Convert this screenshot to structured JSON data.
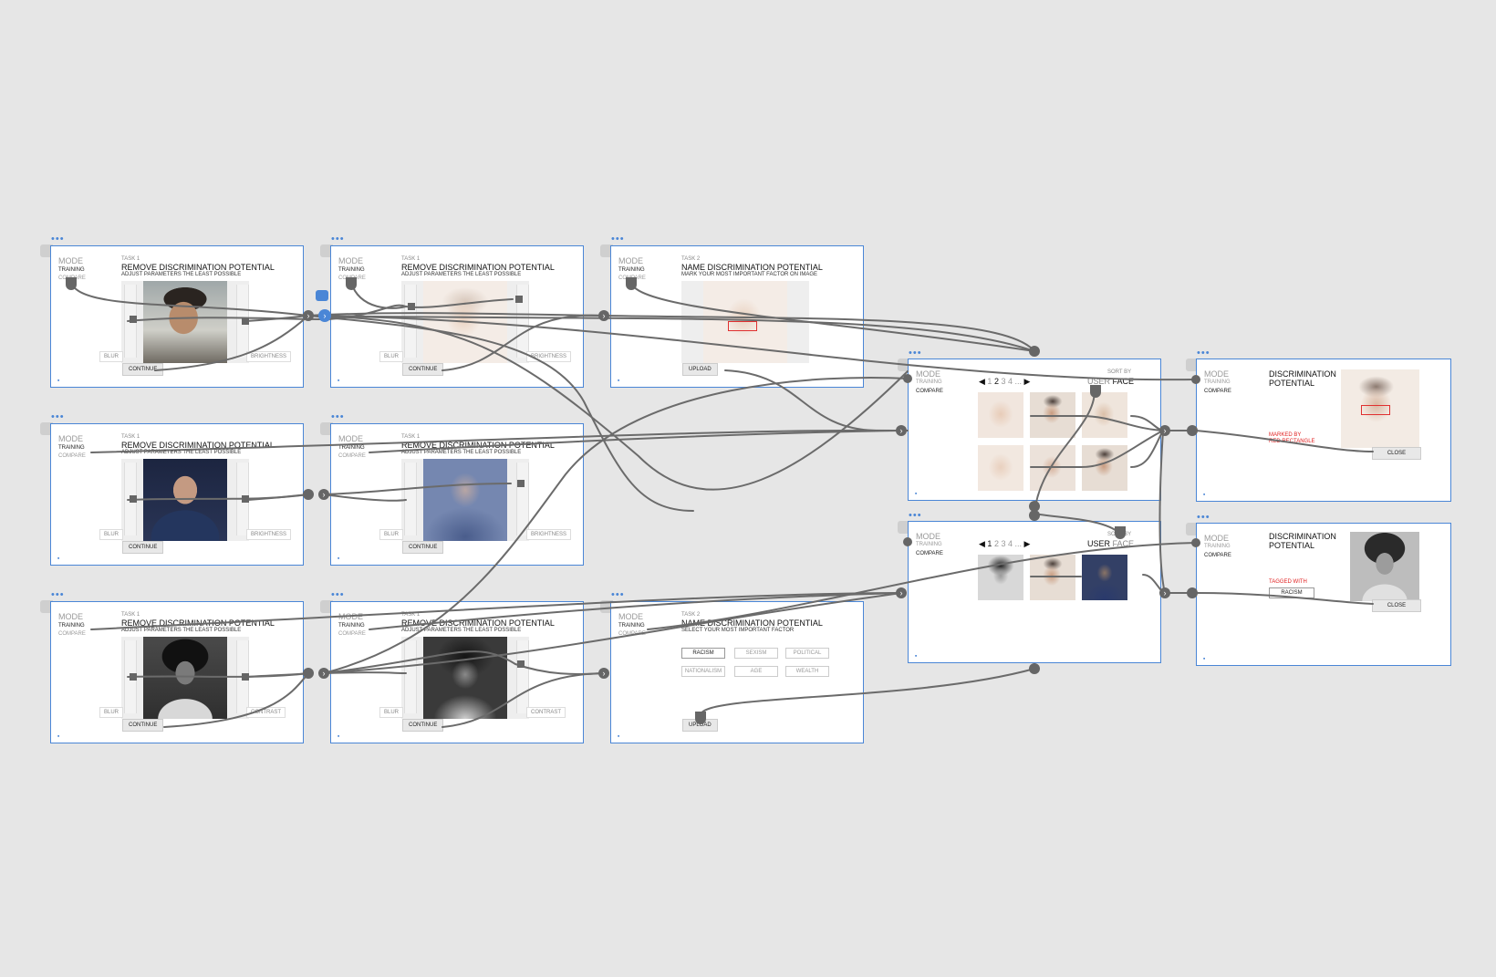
{
  "mode": {
    "label": "MODE",
    "training": "TRAINING",
    "compare": "COMPARE"
  },
  "frames": {
    "f1": {
      "task": "TASK 1",
      "title": "REMOVE DISCRIMINATION POTENTIAL",
      "subtitle": "ADJUST PARAMETERS THE LEAST POSSIBLE",
      "left_label": "BLUR",
      "right_label": "BRIGHTNESS",
      "button": "CONTINUE"
    },
    "f2": {
      "task": "TASK 1",
      "title": "REMOVE DISCRIMINATION POTENTIAL",
      "subtitle": "ADJUST PARAMETERS THE LEAST POSSIBLE",
      "left_label": "BLUR",
      "right_label": "BRIGHTNESS",
      "button": "CONTINUE"
    },
    "f3": {
      "task": "TASK 2",
      "title": "NAME DISCRIMINATION POTENTIAL",
      "subtitle": "MARK YOUR MOST IMPORTANT FACTOR ON IMAGE",
      "button": "UPLOAD"
    },
    "f4": {
      "task": "TASK 1",
      "title": "REMOVE DISCRIMINATION POTENTIAL",
      "subtitle": "ADJUST PARAMETERS THE LEAST POSSIBLE",
      "left_label": "BLUR",
      "right_label": "BRIGHTNESS",
      "button": "CONTINUE"
    },
    "f5": {
      "task": "TASK 1",
      "title": "REMOVE DISCRIMINATION POTENTIAL",
      "subtitle": "ADJUST PARAMETERS THE LEAST POSSIBLE",
      "left_label": "BLUR",
      "right_label": "BRIGHTNESS",
      "button": "CONTINUE"
    },
    "f6": {
      "task": "TASK 1",
      "title": "REMOVE DISCRIMINATION POTENTIAL",
      "subtitle": "ADJUST PARAMETERS THE LEAST POSSIBLE",
      "left_label": "BLUR",
      "right_label": "CONTRAST",
      "button": "CONTINUE"
    },
    "f7": {
      "task": "TASK 1",
      "title": "REMOVE DISCRIMINATION POTENTIAL",
      "subtitle": "ADJUST PARAMETERS THE LEAST POSSIBLE",
      "left_label": "BLUR",
      "right_label": "CONTRAST",
      "button": "CONTINUE"
    },
    "f8": {
      "task": "TASK 2",
      "title": "NAME DISCRIMINATION POTENTIAL",
      "subtitle": "SELECT YOUR MOST IMPORTANT FACTOR",
      "chips": [
        "RACISM",
        "SEXISM",
        "POLITICAL",
        "NATIONALISM",
        "AGE",
        "WEALTH"
      ],
      "button": "UPLOAD"
    },
    "g1": {
      "pager_active": "1",
      "pager_current": "2",
      "pager_rest": "3 4 ...",
      "sort_label": "SORT BY",
      "sort_user": "USER",
      "sort_face": "FACE"
    },
    "g2": {
      "pager_active": "1",
      "pager_current": "2",
      "pager_rest": "3 4 ...",
      "sort_label": "SORT BY",
      "sort_user": "USER",
      "sort_face": "FACE"
    },
    "d1": {
      "title_line1": "DISCRIMINATION",
      "title_line2": "POTENTIAL",
      "note_line1": "MARKED BY",
      "note_line2": "RED RECTANGLE",
      "button": "CLOSE"
    },
    "d2": {
      "title_line1": "DISCRIMINATION",
      "title_line2": "POTENTIAL",
      "note": "TAGGED WITH",
      "tag": "RACISM",
      "button": "CLOSE"
    }
  },
  "colors": {
    "frame_border": "#4a86d6",
    "wire": "#6b6b6b",
    "canvas": "#e6e6e6",
    "alert": "#e02020"
  }
}
